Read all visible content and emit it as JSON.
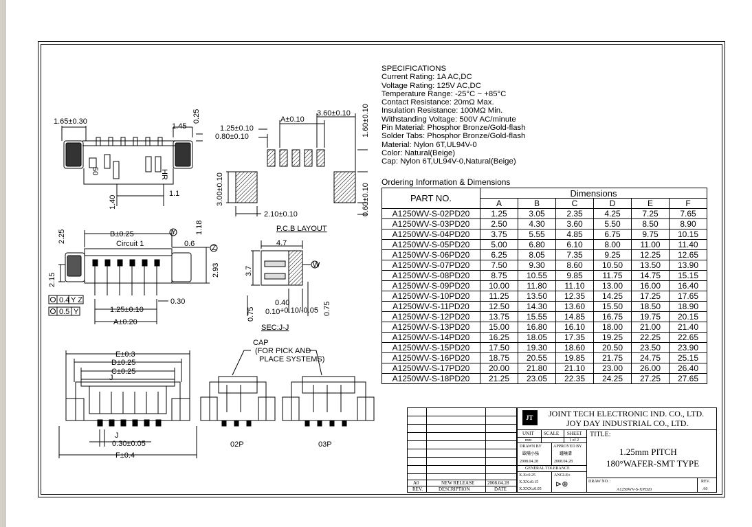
{
  "specifications": {
    "heading": "SPECIFICATIONS",
    "lines": [
      "Current Rating: 1A AC,DC",
      "Voltage Rating: 125V AC,DC",
      "Temperature Range: -25°C ~ +85°C",
      "Contact Resistance: 20mΩ Max.",
      "Insulation Resistance: 100MΩ Min.",
      "Withstanding Voltage: 500V AC/minute",
      "Pin Material: Phosphor Bronze/Gold-flash",
      "Solder Tabs: Phosphor Bronze/Gold-flash",
      "Material: Nylon 6T,UL94V-0",
      "Color: Natural(Beige)",
      "Cap: Nylon 6T,UL94V-0,Natural(Beige)"
    ]
  },
  "ordering": {
    "title": "Ordering Information & Dimensions",
    "part_header": "PART NO.",
    "group_header": "Dimensions",
    "columns": [
      "A",
      "B",
      "C",
      "D",
      "E",
      "F"
    ],
    "rows": [
      {
        "part": "A1250WV-S-02PD20",
        "values": [
          "1.25",
          "3.05",
          "2.35",
          "4.25",
          "7.25",
          "7.65"
        ]
      },
      {
        "part": "A1250WV-S-03PD20",
        "values": [
          "2.50",
          "4.30",
          "3.60",
          "5.50",
          "8.50",
          "8.90"
        ]
      },
      {
        "part": "A1250WV-S-04PD20",
        "values": [
          "3.75",
          "5.55",
          "4.85",
          "6.75",
          "9.75",
          "10.15"
        ]
      },
      {
        "part": "A1250WV-S-05PD20",
        "values": [
          "5.00",
          "6.80",
          "6.10",
          "8.00",
          "11.00",
          "11.40"
        ]
      },
      {
        "part": "A1250WV-S-06PD20",
        "values": [
          "6.25",
          "8.05",
          "7.35",
          "9.25",
          "12.25",
          "12.65"
        ]
      },
      {
        "part": "A1250WV-S-07PD20",
        "values": [
          "7.50",
          "9.30",
          "8.60",
          "10.50",
          "13.50",
          "13.90"
        ]
      },
      {
        "part": "A1250WV-S-08PD20",
        "values": [
          "8.75",
          "10.55",
          "9.85",
          "11.75",
          "14.75",
          "15.15"
        ]
      },
      {
        "part": "A1250WV-S-09PD20",
        "values": [
          "10.00",
          "11.80",
          "11.10",
          "13.00",
          "16.00",
          "16.40"
        ]
      },
      {
        "part": "A1250WV-S-10PD20",
        "values": [
          "11.25",
          "13.50",
          "12.35",
          "14.25",
          "17.25",
          "17.65"
        ]
      },
      {
        "part": "A1250WV-S-11PD20",
        "values": [
          "12.50",
          "14.30",
          "13.60",
          "15.50",
          "18.50",
          "18.90"
        ]
      },
      {
        "part": "A1250WV-S-12PD20",
        "values": [
          "13.75",
          "15.55",
          "14.85",
          "16.75",
          "19.75",
          "20.15"
        ]
      },
      {
        "part": "A1250WV-S-13PD20",
        "values": [
          "15.00",
          "16.80",
          "16.10",
          "18.00",
          "21.00",
          "21.40"
        ]
      },
      {
        "part": "A1250WV-S-14PD20",
        "values": [
          "16.25",
          "18.05",
          "17.35",
          "19.25",
          "22.25",
          "22.65"
        ]
      },
      {
        "part": "A1250WV-S-15PD20",
        "values": [
          "17.50",
          "19.30",
          "18.60",
          "20.50",
          "23.50",
          "23.90"
        ]
      },
      {
        "part": "A1250WV-S-16PD20",
        "values": [
          "18.75",
          "20.55",
          "19.85",
          "21.75",
          "24.75",
          "25.15"
        ]
      },
      {
        "part": "A1250WV-S-17PD20",
        "values": [
          "20.00",
          "21.80",
          "21.10",
          "23.00",
          "26.00",
          "26.40"
        ]
      },
      {
        "part": "A1250WV-S-18PD20",
        "values": [
          "21.25",
          "23.05",
          "22.35",
          "24.25",
          "27.25",
          "27.65"
        ]
      }
    ]
  },
  "drawing_labels": {
    "side_width": "1.65±0.30",
    "side_top": "1.45",
    "side_top_v": "0.25",
    "side_height": "1.40",
    "side_tail": "1.1",
    "pcb_pitch": "1.25±0.10",
    "pcb_a": "A±0.10",
    "pcb_pad_w": "0.80±0.10",
    "pcb_right": "3.60±0.10",
    "pcb_right_v": "1.60±0.10",
    "pcb_left_v": "3.00±0.10",
    "pcb_tab_w": "2.10±0.10",
    "pcb_tab_v": "0.60±0.10",
    "pcb_layout": "P.C.B LAYOUT",
    "top_b": "B±0.25",
    "top_circuit": "Circuit 1",
    "top_06": "0.6",
    "top_118": "1.18",
    "top_225": "2.25",
    "top_215": "2.15",
    "top_293": "2.93",
    "top_030": "0.30",
    "top_pitch": "1.25±0.10",
    "top_a": "A±0.20",
    "tol_1": "0.4",
    "tol_1_ref": "Y Z",
    "tol_2": "0.5",
    "tol_2_ref": "Y",
    "ref_y": "Y",
    "ref_z": "Z",
    "ref_w": "W",
    "sec_47": "4.7",
    "sec_37": "3.7",
    "sec_040": "0.40",
    "sec_010": "0.10",
    "sec_010_tol": "+0.10/-0.05",
    "sec_075a": "0.75",
    "sec_075b": "0.75",
    "sec_label": "SEC:J-J",
    "front_e": "E±0.3",
    "front_d": "D±0.25",
    "front_c": "C±0.25",
    "front_j": "J",
    "front_030": "0.30±0.05",
    "front_f": "F±0.4",
    "cap_note_1": "CAP",
    "cap_note_2": "(FOR PICK AND",
    "cap_note_3": "PLACE SYSTEMS)",
    "view_02": "02P",
    "view_03": "03P",
    "side_letters": "HR",
    "side_50": "50"
  },
  "title_block": {
    "company_1": "JOINT TECH ELECTRONIC IND. CO., LTD.",
    "company_2": "JOY DAY INDUSTRIAL CO., LTD.",
    "unit_label": "UNIT",
    "scale_label": "SCALE",
    "sheet_label": "SHEET",
    "unit_value": "mm",
    "sheet_value": "1 of 2",
    "title_label": "TITLE:",
    "title_1": "1.25mm PITCH",
    "title_2": "180°WAFER-SMT TYPE",
    "drawn_label": "DRAWN BY",
    "approved_label": "APPROVED BY",
    "drawn_name": "歐陽小強",
    "approved_name": "鍾曉清",
    "drawn_date": "2008.04.28",
    "approved_date": "2008.04.28",
    "tolerance_label": "GENERAL TOLERANCE",
    "tol_x": "X.X±0.25",
    "tol_xx": "X.XX±0.15",
    "tol_xxx": "X.XXX±0.05",
    "angle_label": "ANGLE±",
    "draw_no_label": "DRAW NO. :",
    "draw_no": "A1250WV-S-XPD20",
    "rev_label": "REV.",
    "rev_value": "A0",
    "hist_rev": "A0",
    "hist_desc": "NEW RELEASE",
    "hist_date": "2008.04.28",
    "col_rev": "REV.",
    "col_desc": "DESCRIPTION",
    "col_date": "DATE",
    "logo_text": "JT"
  }
}
